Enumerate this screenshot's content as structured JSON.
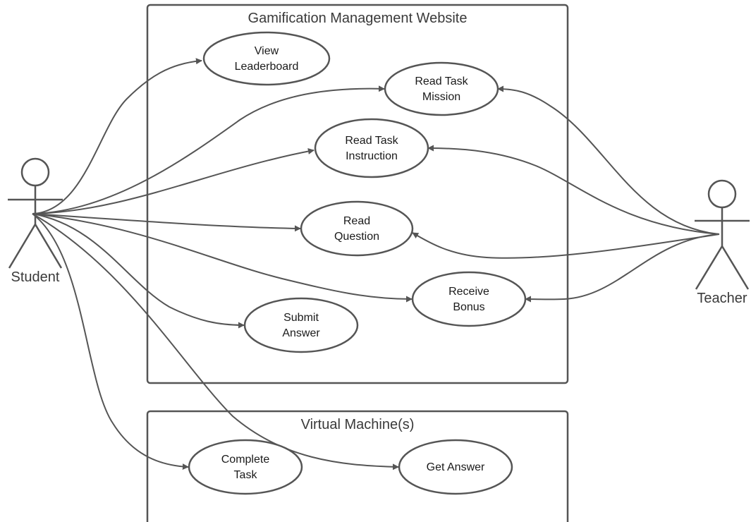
{
  "diagram": {
    "type": "use-case",
    "colors": {
      "line": "#555555",
      "fill": "#ffffff",
      "text": "#1a1a1a"
    },
    "systems": [
      {
        "id": "website",
        "title": "Gamification Management Website"
      },
      {
        "id": "vm",
        "title": "Virtual Machine(s)"
      }
    ],
    "actors": [
      {
        "id": "student",
        "name": "Student"
      },
      {
        "id": "teacher",
        "name": "Teacher"
      }
    ],
    "use_cases": [
      {
        "id": "view_leaderboard",
        "lines": [
          "View",
          "Leaderboard"
        ],
        "system": "website"
      },
      {
        "id": "read_task_mission",
        "lines": [
          "Read Task",
          "Mission"
        ],
        "system": "website"
      },
      {
        "id": "read_task_instruction",
        "lines": [
          "Read Task",
          "Instruction"
        ],
        "system": "website"
      },
      {
        "id": "read_question",
        "lines": [
          "Read",
          "Question"
        ],
        "system": "website"
      },
      {
        "id": "receive_bonus",
        "lines": [
          "Receive",
          "Bonus"
        ],
        "system": "website"
      },
      {
        "id": "submit_answer",
        "lines": [
          "Submit",
          "Answer"
        ],
        "system": "website"
      },
      {
        "id": "complete_task",
        "lines": [
          "Complete",
          "Task"
        ],
        "system": "vm"
      },
      {
        "id": "get_answer",
        "lines": [
          "Get Answer"
        ],
        "system": "vm"
      }
    ],
    "associations": [
      {
        "from": "student",
        "to": "view_leaderboard"
      },
      {
        "from": "student",
        "to": "read_task_mission"
      },
      {
        "from": "student",
        "to": "read_task_instruction"
      },
      {
        "from": "student",
        "to": "read_question"
      },
      {
        "from": "student",
        "to": "receive_bonus"
      },
      {
        "from": "student",
        "to": "submit_answer"
      },
      {
        "from": "student",
        "to": "complete_task"
      },
      {
        "from": "student",
        "to": "get_answer"
      },
      {
        "from": "teacher",
        "to": "read_task_mission"
      },
      {
        "from": "teacher",
        "to": "read_task_instruction"
      },
      {
        "from": "teacher",
        "to": "read_question"
      },
      {
        "from": "teacher",
        "to": "receive_bonus"
      }
    ]
  }
}
